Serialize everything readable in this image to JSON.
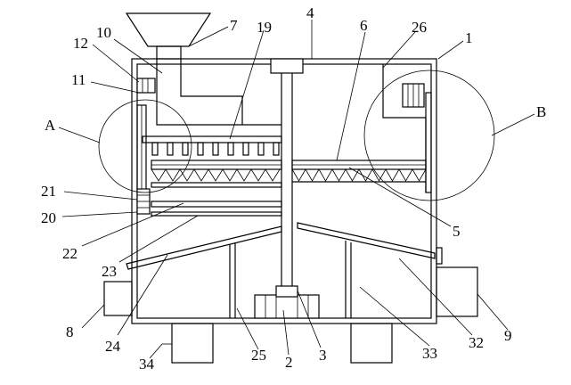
{
  "labels": {
    "l1": "1",
    "l2": "2",
    "l3": "3",
    "l4": "4",
    "l5": "5",
    "l6": "6",
    "l7": "7",
    "l8": "8",
    "l9": "9",
    "l10": "10",
    "l11": "11",
    "l12": "12",
    "l19": "19",
    "l20": "20",
    "l21": "21",
    "l22": "22",
    "l23": "23",
    "l24": "24",
    "l25": "25",
    "l26": "26",
    "l32": "32",
    "l33": "33",
    "l34": "34",
    "lA": "A",
    "lB": "B"
  }
}
